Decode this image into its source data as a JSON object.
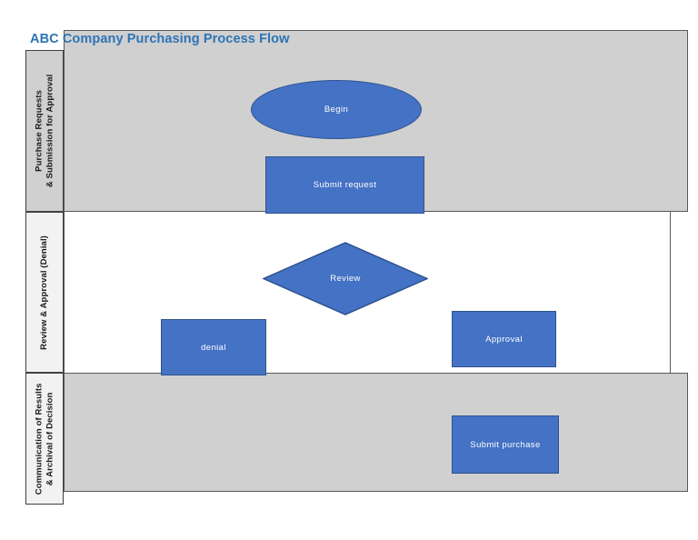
{
  "diagram": {
    "title": "ABC Company Purchasing Process Flow",
    "title_color": "#2E74B5",
    "shape_fill": "#4472C4",
    "shape_border": "#2F528F",
    "lane_fill_gray": "#D0D0D0",
    "lane_fill_white": "#FFFFFF",
    "lanes": [
      {
        "id": "lane-purchase-requests",
        "label_line1": "Purchase Requests",
        "label_line2": "& Submission for Approval",
        "fill": "gray"
      },
      {
        "id": "lane-review-approval",
        "label_line1": "Review & Approval (Denial)",
        "label_line2": "",
        "fill": "white"
      },
      {
        "id": "lane-communication-results",
        "label_line1": "Communication of Results",
        "label_line2": "& Archival of Decision",
        "fill": "gray"
      }
    ],
    "nodes": [
      {
        "id": "begin",
        "label": "Begin",
        "type": "ellipse"
      },
      {
        "id": "submit-request",
        "label": "Submit request",
        "type": "rect"
      },
      {
        "id": "review",
        "label": "Review",
        "type": "diamond"
      },
      {
        "id": "denial",
        "label": "denial",
        "type": "rect"
      },
      {
        "id": "approval",
        "label": "Approval",
        "type": "rect"
      },
      {
        "id": "submit-purchase",
        "label": "Submit purchase",
        "type": "rect"
      }
    ]
  }
}
